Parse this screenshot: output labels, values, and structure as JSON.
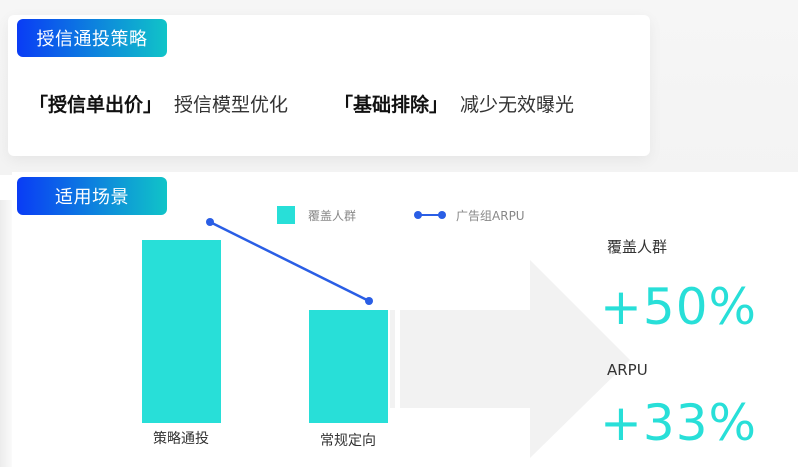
{
  "strategy": {
    "badge": "授信通投策略",
    "items": [
      {
        "key": "「授信单出价」",
        "desc": "授信模型优化"
      },
      {
        "key": "「基础排除」",
        "desc": "减少无效曝光"
      }
    ]
  },
  "scenario": {
    "badge": "适用场景",
    "legend": {
      "bar": "覆盖人群",
      "line": "广告组ARPU"
    },
    "categories": [
      "策略通投",
      "常规定向"
    ]
  },
  "stats": [
    {
      "label": "覆盖人群",
      "value": "+50%"
    },
    {
      "label": "ARPU",
      "value": "+33%"
    }
  ],
  "colors": {
    "bar": "#28dfd8",
    "line": "#2a5ee5",
    "badge_start": "#0a3cf5",
    "badge_end": "#10c4c8",
    "arrow": "#f2f2f2"
  },
  "chart_data": {
    "type": "bar",
    "categories": [
      "策略通投",
      "常规定向"
    ],
    "series": [
      {
        "name": "覆盖人群",
        "type": "bar",
        "values": [
          150,
          100
        ]
      },
      {
        "name": "广告组ARPU",
        "type": "line",
        "values": [
          133,
          100
        ]
      }
    ],
    "legend_position": "top",
    "grid": false,
    "annotations": [
      "覆盖人群 +50%",
      "ARPU +33%"
    ],
    "title": "适用场景"
  }
}
